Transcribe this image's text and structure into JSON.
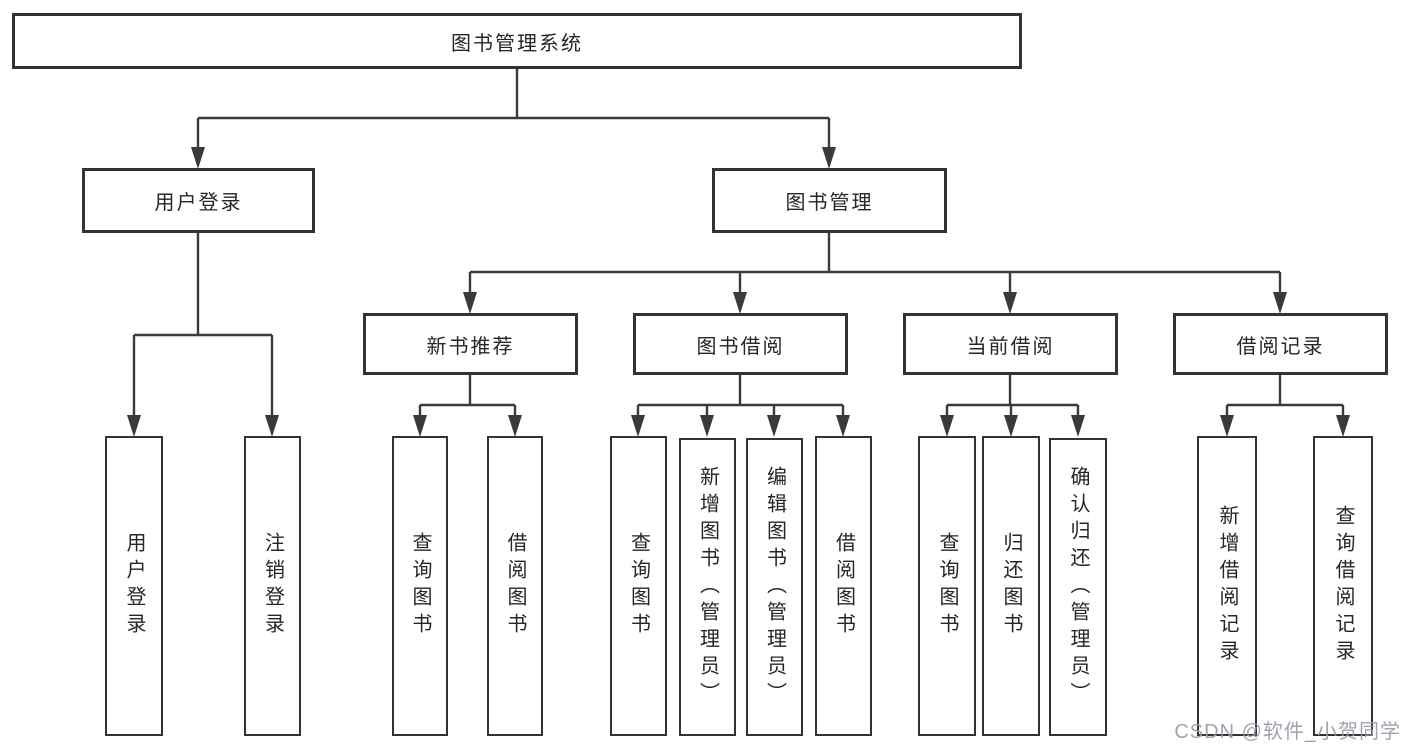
{
  "diagram": {
    "type": "hierarchy-tree",
    "title": "图书管理系统",
    "colors": {
      "line": "#3a3a3a",
      "box_border": "#333333",
      "box_fill": "#ffffff",
      "text": "#262626",
      "watermark": "#9a9aa8"
    },
    "nodes": {
      "root": {
        "label": "图书管理系统"
      },
      "user_login": {
        "label": "用户登录"
      },
      "book_mgmt": {
        "label": "图书管理"
      },
      "new_books": {
        "label": "新书推荐"
      },
      "borrowing": {
        "label": "图书借阅"
      },
      "current": {
        "label": "当前借阅"
      },
      "records": {
        "label": "借阅记录"
      },
      "ul_login": {
        "label": "用户登录"
      },
      "ul_logout": {
        "label": "注销登录"
      },
      "nb_query": {
        "label": "查询图书"
      },
      "nb_borrow": {
        "label": "借阅图书"
      },
      "bb_query": {
        "label": "查询图书"
      },
      "bb_add": {
        "label": "新增图书（管理员）"
      },
      "bb_edit": {
        "label": "编辑图书（管理员）"
      },
      "bb_borrow": {
        "label": "借阅图书"
      },
      "cb_query": {
        "label": "查询图书"
      },
      "cb_return": {
        "label": "归还图书"
      },
      "cb_confirm": {
        "label": "确认归还（管理员）"
      },
      "br_add": {
        "label": "新增借阅记录"
      },
      "br_query": {
        "label": "查询借阅记录"
      }
    },
    "edges": [
      [
        "root",
        "user_login"
      ],
      [
        "root",
        "book_mgmt"
      ],
      [
        "user_login",
        "ul_login"
      ],
      [
        "user_login",
        "ul_logout"
      ],
      [
        "book_mgmt",
        "new_books"
      ],
      [
        "book_mgmt",
        "borrowing"
      ],
      [
        "book_mgmt",
        "current"
      ],
      [
        "book_mgmt",
        "records"
      ],
      [
        "new_books",
        "nb_query"
      ],
      [
        "new_books",
        "nb_borrow"
      ],
      [
        "borrowing",
        "bb_query"
      ],
      [
        "borrowing",
        "bb_add"
      ],
      [
        "borrowing",
        "bb_edit"
      ],
      [
        "borrowing",
        "bb_borrow"
      ],
      [
        "current",
        "cb_query"
      ],
      [
        "current",
        "cb_return"
      ],
      [
        "current",
        "cb_confirm"
      ],
      [
        "records",
        "br_add"
      ],
      [
        "records",
        "br_query"
      ]
    ]
  },
  "watermark": {
    "text": "CSDN @软件_小贺同学"
  }
}
